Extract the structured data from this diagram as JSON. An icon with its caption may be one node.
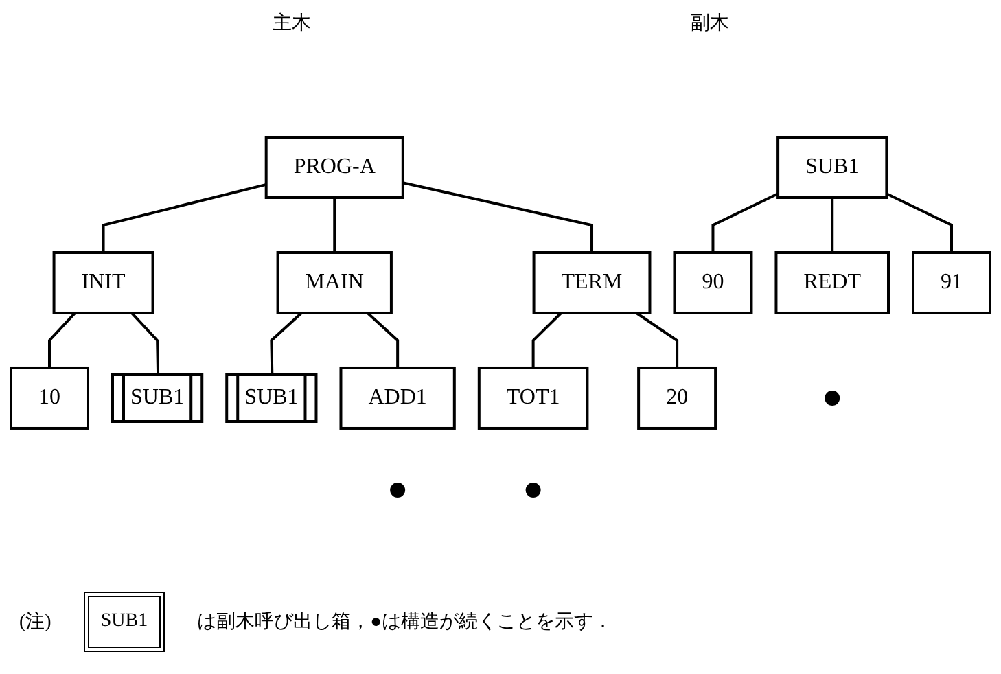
{
  "diagram": {
    "nodes": [
      {
        "text": [
          "PROG-A"
        ]
      },
      {
        "text": [
          "INIT"
        ]
      },
      {
        "text": [
          "MAIN"
        ]
      },
      {
        "text": [
          "TERM"
        ]
      },
      {
        "text": [
          "10"
        ]
      },
      {
        "text": [
          "SUB1"
        ]
      },
      {
        "text": [
          "SUB1"
        ]
      },
      {
        "text": [
          "ADD1"
        ]
      },
      {
        "text": [
          "TOT1"
        ]
      },
      {
        "text": [
          "20"
        ]
      },
      {
        "text": [],
        "shape": "circle"
      },
      {
        "text": [],
        "shape": "circle"
      },
      {
        "text": [
          "SUB1"
        ]
      },
      {
        "text": [
          "90"
        ]
      },
      {
        "text": [
          "REDT"
        ]
      },
      {
        "text": [
          "91"
        ]
      },
      {
        "text": [],
        "shape": "circle"
      }
    ],
    "edges": [
      {
        "from": 0,
        "to": 1,
        "arrow": "none"
      },
      {
        "from": 0,
        "to": 2,
        "arrow": "none"
      },
      {
        "from": 0,
        "to": 3,
        "arrow": "none"
      },
      {
        "from": 1,
        "to": 4,
        "arrow": "none"
      },
      {
        "from": 1,
        "to": 5,
        "arrow": "none"
      },
      {
        "from": 2,
        "to": 6,
        "arrow": "none"
      },
      {
        "from": 2,
        "to": 7,
        "arrow": "none"
      },
      {
        "from": 3,
        "to": 8,
        "arrow": "none"
      },
      {
        "from": 3,
        "to": 9,
        "arrow": "none"
      },
      {
        "from": 12,
        "to": 13,
        "arrow": "none"
      },
      {
        "from": 12,
        "to": 14,
        "arrow": "none"
      },
      {
        "from": 12,
        "to": 15,
        "arrow": "none"
      }
    ],
    "labels": [
      "主木",
      "副木",
      "(注)",
      "SUB1",
      "は副木呼び出し箱，●は構造が続くことを示す．"
    ]
  }
}
